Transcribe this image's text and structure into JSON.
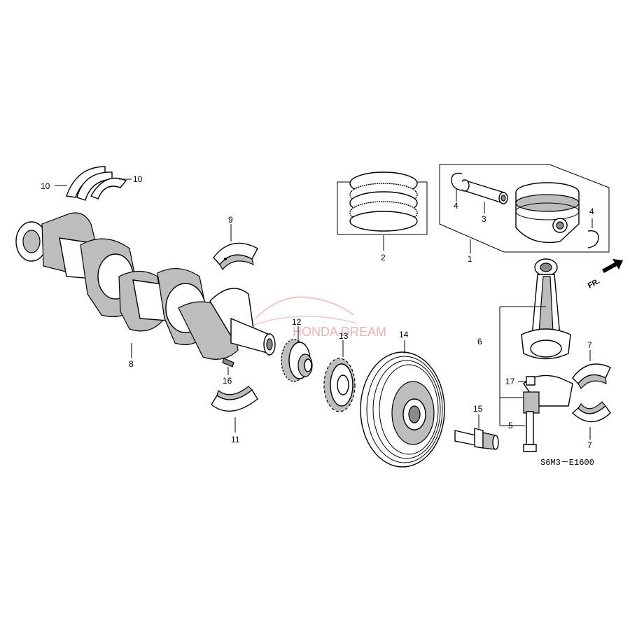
{
  "diagram": {
    "code": "S6M3－E1600",
    "direction_label": "FR.",
    "watermark": "HONDA DREAM",
    "callouts": {
      "c1": "1",
      "c2": "2",
      "c3": "3",
      "c4a": "4",
      "c4b": "4",
      "c5": "5",
      "c6": "6",
      "c7a": "7",
      "c7b": "7",
      "c8": "8",
      "c9": "9",
      "c10a": "10",
      "c10b": "10",
      "c11": "11",
      "c12": "12",
      "c13": "13",
      "c14": "14",
      "c15": "15",
      "c16": "16",
      "c17": "17"
    }
  }
}
